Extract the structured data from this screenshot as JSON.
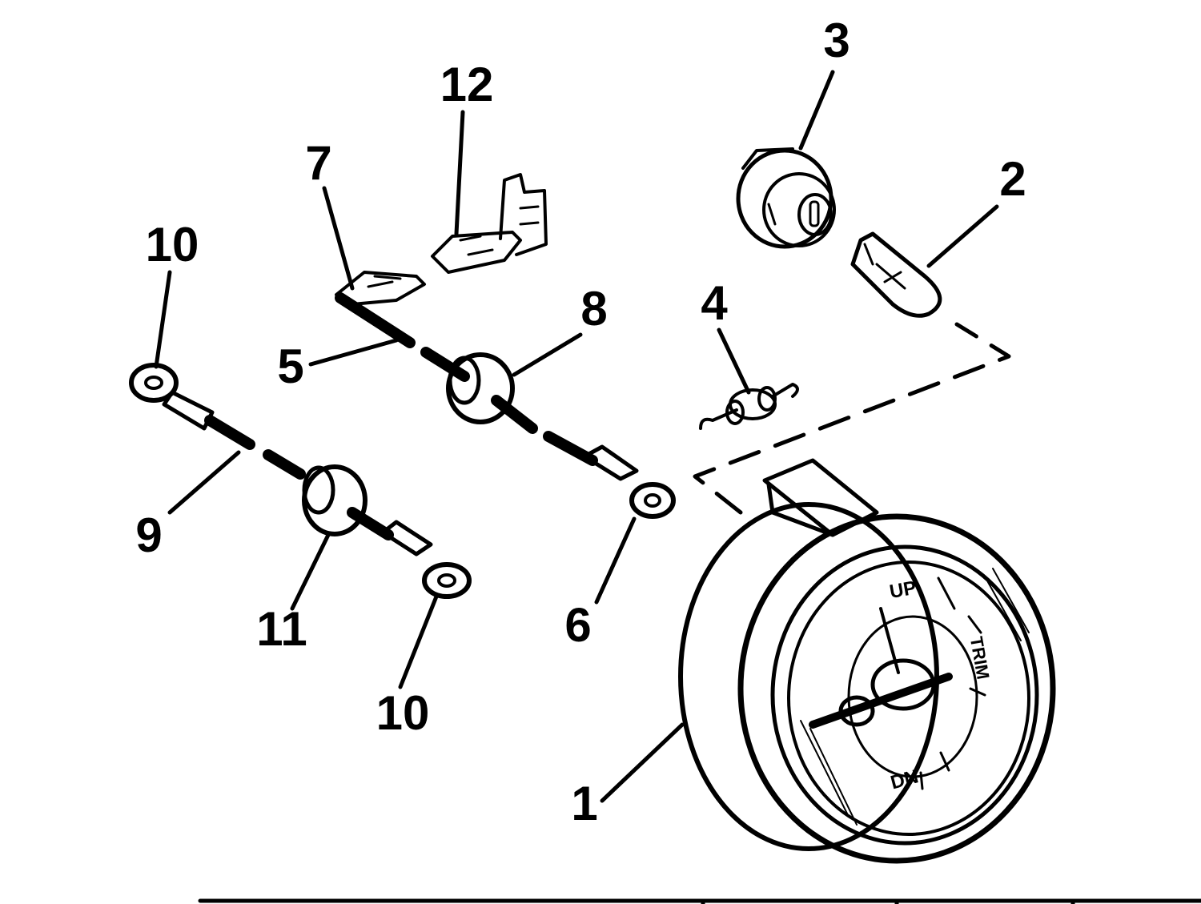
{
  "callouts": [
    {
      "id": "1",
      "label": "1"
    },
    {
      "id": "2",
      "label": "2"
    },
    {
      "id": "3",
      "label": "3"
    },
    {
      "id": "4",
      "label": "4"
    },
    {
      "id": "5",
      "label": "5"
    },
    {
      "id": "6",
      "label": "6"
    },
    {
      "id": "7",
      "label": "7"
    },
    {
      "id": "8",
      "label": "8"
    },
    {
      "id": "9",
      "label": "9"
    },
    {
      "id": "10a",
      "label": "10"
    },
    {
      "id": "10b",
      "label": "10"
    },
    {
      "id": "11",
      "label": "11"
    },
    {
      "id": "12",
      "label": "12"
    }
  ],
  "gauge": {
    "dial_up": "UP",
    "dial_trim": "TRIM",
    "dial_dn": "DN"
  },
  "colors": {
    "ink": "#000000",
    "paper": "#ffffff"
  }
}
